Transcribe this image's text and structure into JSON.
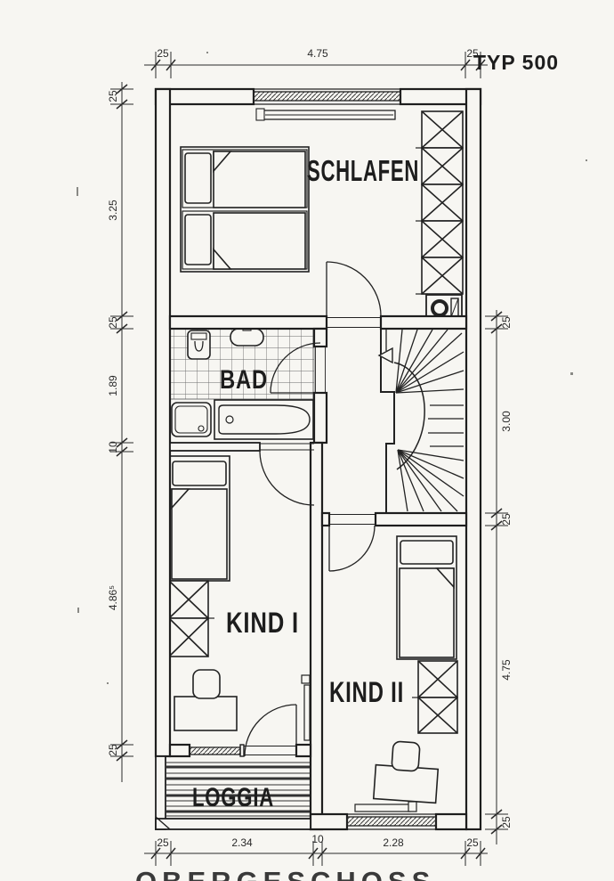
{
  "title": "TYP 500",
  "caption_bottom": "OBERGESCHOSS",
  "rooms": {
    "schlafen": "SCHLAFEN",
    "bad": "BAD",
    "kind1": "KIND I",
    "kind2": "KIND II",
    "loggia": "LOGGIA"
  },
  "dims": {
    "top": [
      "25",
      "4.75",
      "25"
    ],
    "left": [
      "25",
      "3.25",
      "25",
      "1.89",
      "10",
      "4.86⁵",
      "25"
    ],
    "right": [
      "25",
      "3.00",
      "25",
      "4.75",
      "25"
    ],
    "bottom": [
      "25",
      "2.34",
      "10",
      "2.28",
      "25"
    ]
  },
  "colors": {
    "paper": "#f7f6f2",
    "ink": "#222222"
  }
}
